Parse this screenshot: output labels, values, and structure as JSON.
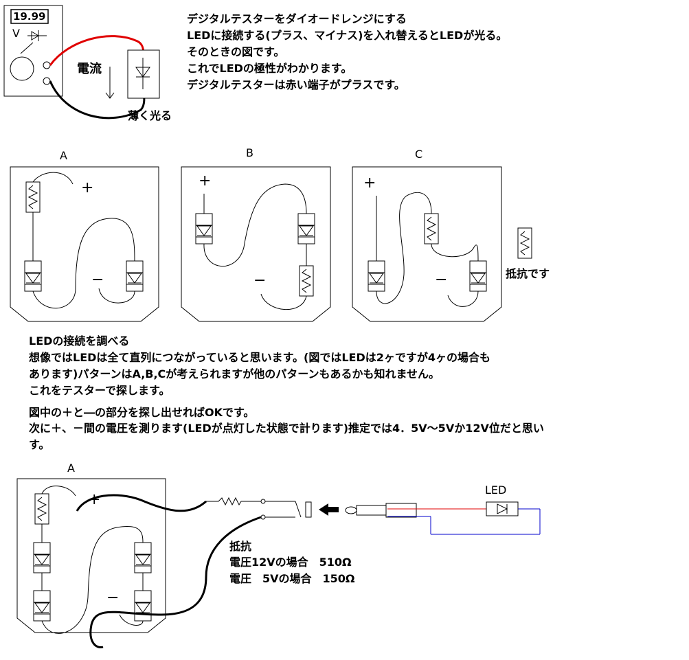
{
  "tester": {
    "display_value": "19.99",
    "unit": "V",
    "current_label": "電流",
    "glow_label": "薄く光る"
  },
  "intro_lines": [
    "デジタルテスターをダイオードレンジにする",
    "LEDに接続する(プラス、マイナス)を入れ替えるとLEDが光る。",
    "そのときの図です。",
    "これでLEDの極性がわかります。",
    "デジタルテスターは赤い端子がプラスです。"
  ],
  "patterns": [
    {
      "label": "A",
      "plus": "+",
      "minus": "−"
    },
    {
      "label": "B",
      "plus": "+",
      "minus": "−"
    },
    {
      "label": "C",
      "plus": "+",
      "minus": "−"
    }
  ],
  "resistor_note": "抵抗です",
  "middle_lines": [
    "LEDの接続を調べる",
    "想像ではLEDは全て直列につながっていると思います。(図ではLEDは2ヶですが4ヶの場合も",
    "あります)パターンはA,B,Cが考えられますが他のパターンもあるかも知れません。",
    "これをテスターで探します。",
    "図中の＋と―の部分を探し出せればOKです。",
    "次に＋、－間の電圧を測ります(LEDが点灯した状態で計ります)推定では4．5V～5Vか12V位だと思い",
    "す。"
  ],
  "bottom": {
    "pattern_label": "A",
    "plus": "+",
    "minus": "−",
    "led_label": "LED",
    "resistor_title": "抵抗",
    "resistor_12v": "電圧12Vの場合　510Ω",
    "resistor_5v": "電圧　5Vの場合　150Ω"
  }
}
